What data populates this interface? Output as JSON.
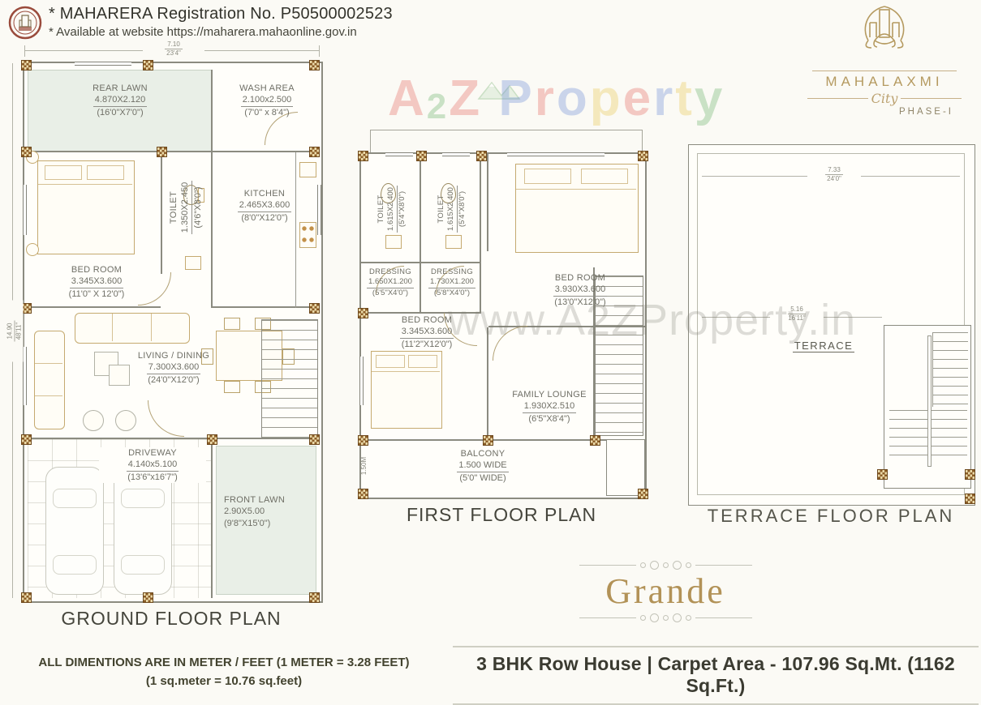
{
  "header": {
    "registration": "* MAHARERA Registration No. P50500002523",
    "website": "* Available at website https://maharera.mahaonline.gov.in"
  },
  "brand": {
    "name": "MAHALAXMI",
    "script": "City",
    "phase": "PHASE-I",
    "gold": "#b59a60"
  },
  "watermark": {
    "letters": [
      {
        "ch": "A",
        "color": "#e2564e"
      },
      {
        "ch": "2",
        "color": "#58a858"
      },
      {
        "ch": "Z",
        "color": "#e2564e"
      },
      {
        "ch": " ",
        "color": "#888888"
      },
      {
        "ch": "P",
        "color": "#5b7fd4"
      },
      {
        "ch": "r",
        "color": "#e2564e"
      },
      {
        "ch": "o",
        "color": "#5b7fd4"
      },
      {
        "ch": "p",
        "color": "#e6c23c"
      },
      {
        "ch": "e",
        "color": "#e2564e"
      },
      {
        "ch": "r",
        "color": "#5b7fd4"
      },
      {
        "ch": "t",
        "color": "#e6c23c"
      },
      {
        "ch": "y",
        "color": "#58a858"
      }
    ],
    "url": "www.A2ZProperty.in"
  },
  "ground": {
    "title": "GROUND FLOOR PLAN",
    "dim_top_m": "7.10",
    "dim_top_ft": "23'4\"",
    "dim_left_m": "14.90",
    "dim_left_ft": "48'11\"",
    "rear_lawn": {
      "name": "REAR LAWN",
      "m": "4.870X2.120",
      "ft": "(16'0\"X7'0\")"
    },
    "wash_area": {
      "name": "WASH AREA",
      "m": "2.100x2.500",
      "ft": "(7'0\" x 8'4\")"
    },
    "bed_room": {
      "name": "BED ROOM",
      "m": "3.345X3.600",
      "ft": "(11'0\" X 12'0\")"
    },
    "toilet": {
      "name": "TOILET",
      "m": "1.350X2.450",
      "ft": "(4'6\"X8'0\")"
    },
    "kitchen": {
      "name": "KITCHEN",
      "m": "2.465X3.600",
      "ft": "(8'0\"X12'0\")"
    },
    "living": {
      "name": "LIVING / DINING",
      "m": "7.300X3.600",
      "ft": "(24'0\"X12'0\")"
    },
    "driveway": {
      "name": "DRIVEWAY",
      "m": "4.140x5.100",
      "ft": "(13'6\"x16'7\")"
    },
    "front_lawn": {
      "name": "FRONT LAWN",
      "m": "2.90X5.00",
      "ft": "(9'8\"X15'0\")"
    }
  },
  "first": {
    "title": "FIRST FLOOR PLAN",
    "toilet1": {
      "name": "TOILET",
      "m": "1.615X2.400",
      "ft": "(5'4\"X8'0\")"
    },
    "toilet2": {
      "name": "TOILET",
      "m": "1.615X2.400",
      "ft": "(5'4\"X8'0\")"
    },
    "bed_room_top": {
      "name": "BED ROOM",
      "m": "3.930X3.600",
      "ft": "(13'0\"X12'0\")"
    },
    "dressing1": {
      "name": "DRESSING",
      "m": "1.650X1.200",
      "ft": "(5'5\"X4'0\")"
    },
    "dressing2": {
      "name": "DRESSING",
      "m": "1.730X1.200",
      "ft": "(5'8\"X4'0\")"
    },
    "bed_room_bottom": {
      "name": "BED ROOM",
      "m": "3.345X3.600",
      "ft": "(11'2\"X12'0\")"
    },
    "family_lounge": {
      "name": "FAMILY LOUNGE",
      "m": "1.930X2.510",
      "ft": "(6'5\"X8'4\")"
    },
    "balcony": {
      "name": "BALCONY",
      "m": "1.500 WIDE",
      "ft": "(5'0\" WIDE)"
    },
    "side_dim": "1.50M"
  },
  "terrace": {
    "title": "TERRACE FLOOR PLAN",
    "label": "TERRACE",
    "dim_top_m": "7.33",
    "dim_top_ft": "24'0\"",
    "dim_mid_m": "5.16",
    "dim_mid_ft": "16'11\""
  },
  "product": {
    "name": "Grande",
    "tagline": "3 BHK Row House | Carpet Area - 107.96 Sq.Mt. (1162 Sq.Ft.)"
  },
  "notes": {
    "line1": "ALL DIMENTIONS ARE IN METER / FEET (1 METER = 3.28 FEET)",
    "line2": "(1 sq.meter = 10.76 sq.feet)"
  }
}
